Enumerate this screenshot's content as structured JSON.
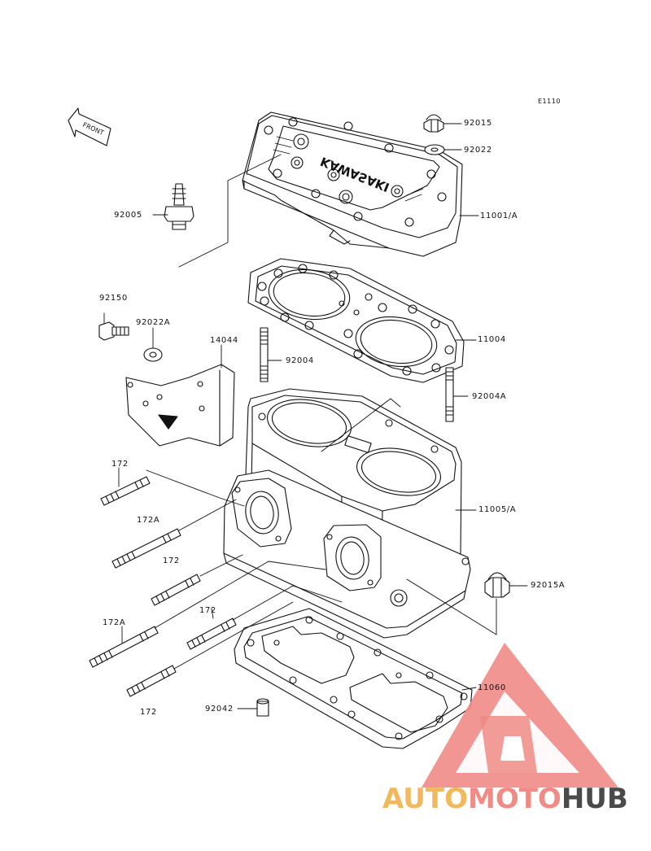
{
  "diagram_code": "E1110",
  "front_label": "FRONT",
  "head_cast_text": "KAWASAKI",
  "part_labels": {
    "p92015": "92015",
    "p92022": "92022",
    "p92005": "92005",
    "p11001A": "11001/A",
    "p92150": "92150",
    "p92022A": "92022A",
    "p14044": "14044",
    "p92004": "92004",
    "p11004": "11004",
    "p92004A": "92004A",
    "p172_1": "172",
    "p172A_1": "172A",
    "p172_2": "172",
    "p11005A": "11005/A",
    "p92015A": "92015A",
    "p172_3": "172",
    "p172A_2": "172A",
    "p11060": "11060",
    "p92042": "92042",
    "p172_4": "172"
  },
  "watermark": {
    "part1": "AUTO",
    "part2": "MOTO",
    "part3": "HUB",
    "color_auto": "#f2b85d",
    "color_moto": "#f08b86",
    "color_hub": "#4a4a4a",
    "logo_color": "#f08b86"
  }
}
